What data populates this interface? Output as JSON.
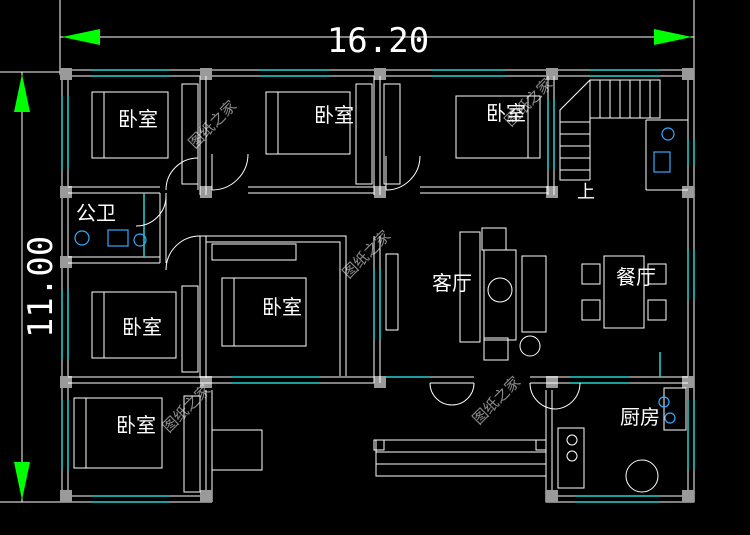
{
  "dimensions": {
    "width_label": "16.20",
    "height_label": "11.00"
  },
  "rooms": {
    "bedroom_top_left": "卧室",
    "bedroom_top_middle": "卧室",
    "bedroom_top_right": "卧室",
    "public_bathroom": "公卫",
    "bedroom_center": "卧室",
    "bedroom_left_middle": "卧室",
    "bedroom_bottom_left": "卧室",
    "living_room": "客厅",
    "dining_room": "餐厅",
    "kitchen": "厨房"
  },
  "stairs_label": "上",
  "watermark": "图纸之家",
  "colors": {
    "background": "#000000",
    "wall": "#ffffff",
    "window": "#22d3d3",
    "dimension_arrow": "#00ff00",
    "furniture": "#ffffff",
    "fixtures": "#33aaff"
  }
}
